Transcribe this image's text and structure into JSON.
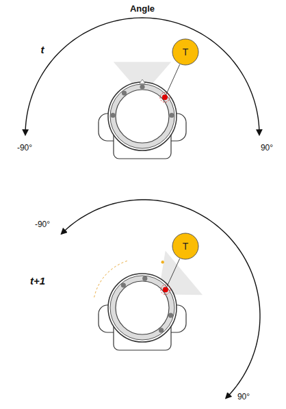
{
  "diagram": {
    "nodes": [
      {
        "text": [
          "T"
        ]
      },
      {
        "text": [
          "T"
        ]
      }
    ],
    "labels": [
      "Angle",
      "t",
      "-90°",
      "90°",
      "t+1",
      "-90°",
      "90°"
    ]
  }
}
